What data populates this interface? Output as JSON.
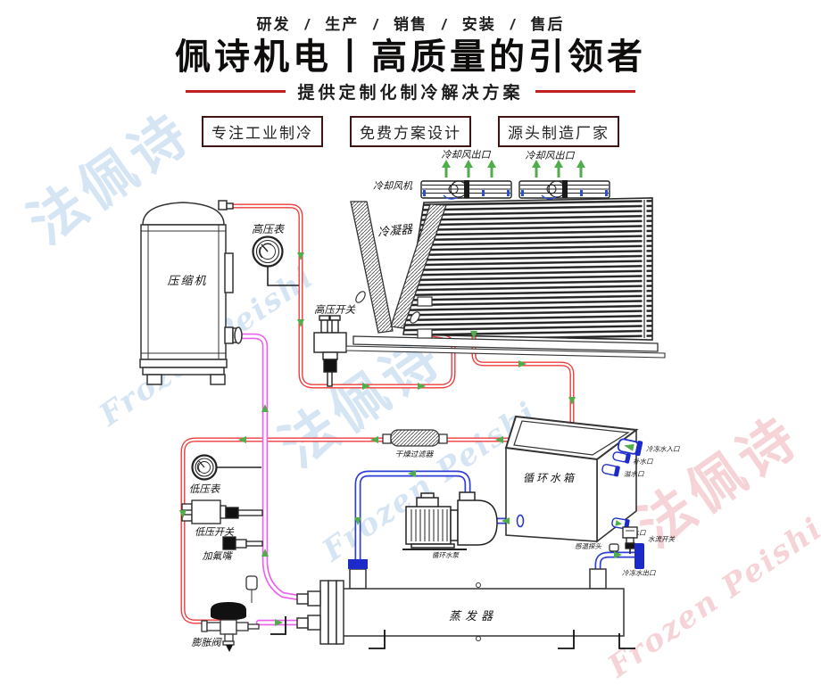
{
  "header": {
    "nav_items": [
      "研发",
      "生产",
      "销售",
      "安装",
      "售后"
    ],
    "nav_separator": "/",
    "title": "佩诗机电丨高质量的引领者",
    "subtitle": "提供定制化制冷解决方案",
    "feature_boxes": [
      "专注工业制冷",
      "免费方案设计",
      "源头制造厂家"
    ]
  },
  "watermark": {
    "cn": "法佩诗",
    "en": "Frozen Peishi"
  },
  "diagram": {
    "labels": {
      "cooling_air_outlet_left": "冷却风出口",
      "cooling_air_outlet_right": "冷却风出口",
      "cooling_fan": "冷却风机",
      "condenser": "冷凝器",
      "compressor": "压缩机",
      "high_pressure_gauge": "高压表",
      "high_pressure_switch": "高压开关",
      "filter_drier": "干燥过滤器",
      "low_pressure_gauge": "低压表",
      "low_pressure_switch": "低压开关",
      "charge_port": "加氟嘴",
      "expansion_valve": "膨胀阀",
      "evaporator": "蒸发器",
      "water_tank": "循环水箱",
      "water_pump": "循环水泵",
      "chilled_water_inlet": "冷冻水入口",
      "refill_port": "补水口",
      "overflow_port": "溢水口",
      "drain_port": "排水口",
      "water_flow_switch": "水流开关",
      "temp_probe": "感温探头",
      "chilled_water_outlet": "冷冻水出口"
    },
    "colors": {
      "hot_gas_pipe": "#ef3b3b",
      "suction_pipe": "#ec5fec",
      "water_pipe": "#2f3fd4",
      "water_fitting": "#1b2ac9",
      "flow_arrow": "#4fae4a",
      "accent_red": "#c01f1f",
      "box_border": "#3f1414"
    }
  }
}
